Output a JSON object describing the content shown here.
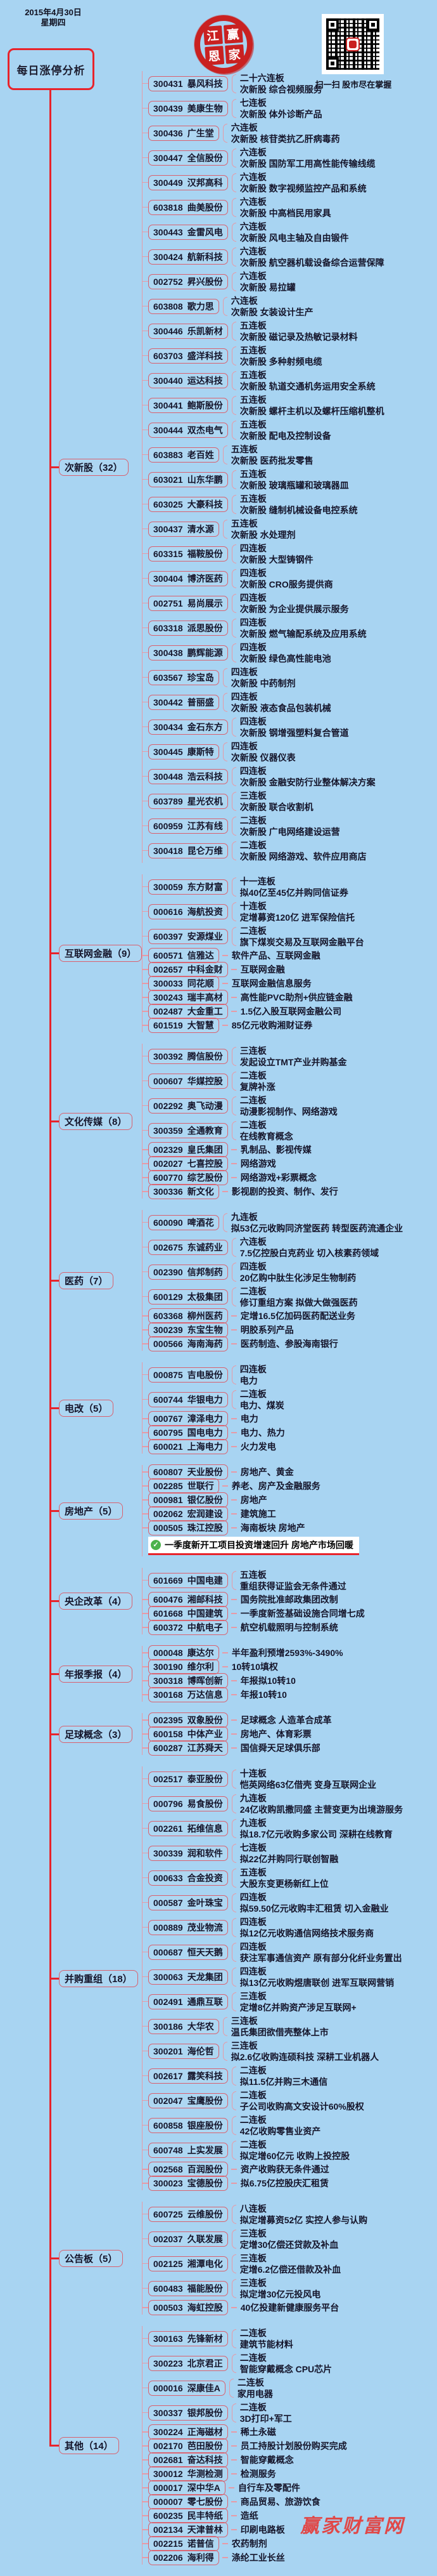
{
  "colors": {
    "background": "#a8d4f2",
    "trunk_red": "#e8232b",
    "node_border": "#d9606e",
    "spine_pink": "#e79aa6",
    "text": "#14142a",
    "note_green": "#4db24d",
    "seal_red": "#c92121",
    "watermark_red": "#e04848"
  },
  "header": {
    "date_line1": "2015年4月30日",
    "date_line2": "星期四",
    "root_title": "每日涨停分析",
    "logo_chars": [
      "江",
      "赢",
      "恩",
      "家"
    ],
    "qr_caption": "扫一扫 股市尽在掌握",
    "watermark": "赢家财富网"
  },
  "categories": [
    {
      "label": "次新股（32）",
      "children": [
        {
          "code": "300431",
          "name": "暴风科技",
          "lines": [
            "二十六连板",
            "次新股 综合视频服务"
          ]
        },
        {
          "code": "300439",
          "name": "美康生物",
          "lines": [
            "七连板",
            "次新股 体外诊断产品"
          ]
        },
        {
          "code": "300436",
          "name": "广生堂",
          "lines": [
            "六连板",
            "次新股 核苷类抗乙肝病毒药"
          ]
        },
        {
          "code": "300447",
          "name": "全信股份",
          "lines": [
            "六连板",
            "次新股 国防军工用高性能传输线缆"
          ]
        },
        {
          "code": "300449",
          "name": "汉邦高科",
          "lines": [
            "六连板",
            "次新股 数字视频监控产品和系统"
          ]
        },
        {
          "code": "603818",
          "name": "曲美股份",
          "lines": [
            "六连板",
            "次新股 中高档民用家具"
          ]
        },
        {
          "code": "300443",
          "name": "金雷风电",
          "lines": [
            "六连板",
            "次新股 风电主轴及自由锻件"
          ]
        },
        {
          "code": "300424",
          "name": "航新科技",
          "lines": [
            "六连板",
            "次新股 航空器机载设备综合运营保障"
          ]
        },
        {
          "code": "002752",
          "name": "昇兴股份",
          "lines": [
            "六连板",
            "次新股 易拉罐"
          ]
        },
        {
          "code": "603808",
          "name": "歌力思",
          "lines": [
            "六连板",
            "次新股 女装设计生产"
          ]
        },
        {
          "code": "300446",
          "name": "乐凯新材",
          "lines": [
            "五连板",
            "次新股 磁记录及热敏记录材料"
          ]
        },
        {
          "code": "603703",
          "name": "盛洋科技",
          "lines": [
            "五连板",
            "次新股 多种射频电缆"
          ]
        },
        {
          "code": "300440",
          "name": "运达科技",
          "lines": [
            "五连板",
            "次新股 轨道交通机务运用安全系统"
          ]
        },
        {
          "code": "300441",
          "name": "鲍斯股份",
          "lines": [
            "五连板",
            "次新股 螺杆主机以及螺杆压缩机整机"
          ]
        },
        {
          "code": "300444",
          "name": "双杰电气",
          "lines": [
            "五连板",
            "次新股 配电及控制设备"
          ]
        },
        {
          "code": "603883",
          "name": "老百姓",
          "lines": [
            "五连板",
            "次新股 医药批发零售"
          ]
        },
        {
          "code": "603021",
          "name": "山东华鹏",
          "lines": [
            "五连板",
            "次新股 玻璃瓶罐和玻璃器皿"
          ]
        },
        {
          "code": "603025",
          "name": "大豪科技",
          "lines": [
            "五连板",
            "次新股 缝制机械设备电控系统"
          ]
        },
        {
          "code": "300437",
          "name": "清水源",
          "lines": [
            "五连板",
            "次新股 水处理剂"
          ]
        },
        {
          "code": "603315",
          "name": "福鞍股份",
          "lines": [
            "四连板",
            "次新股 大型铸钢件"
          ]
        },
        {
          "code": "300404",
          "name": "博济医药",
          "lines": [
            "四连板",
            "次新股 CRO服务提供商"
          ]
        },
        {
          "code": "002751",
          "name": "易尚展示",
          "lines": [
            "四连板",
            "次新股 为企业提供展示服务"
          ]
        },
        {
          "code": "603318",
          "name": "派思股份",
          "lines": [
            "四连板",
            "次新股 燃气输配系统及应用系统"
          ]
        },
        {
          "code": "300438",
          "name": "鹏辉能源",
          "lines": [
            "四连板",
            "次新股 绿色高性能电池"
          ]
        },
        {
          "code": "603567",
          "name": "珍宝岛",
          "lines": [
            "四连板",
            "次新股 中药制剂"
          ]
        },
        {
          "code": "300442",
          "name": "普丽盛",
          "lines": [
            "四连板",
            "次新股 液态食品包装机械"
          ]
        },
        {
          "code": "300434",
          "name": "金石东方",
          "lines": [
            "四连板",
            "次新股 钢增强塑料复合管道"
          ]
        },
        {
          "code": "300445",
          "name": "康斯特",
          "lines": [
            "四连板",
            "次新股 仪器仪表"
          ]
        },
        {
          "code": "300448",
          "name": "浩云科技",
          "lines": [
            "四连板",
            "次新股 金融安防行业整体解决方案"
          ]
        },
        {
          "code": "603789",
          "name": "星光农机",
          "lines": [
            "三连板",
            "次新股 联合收割机"
          ]
        },
        {
          "code": "600959",
          "name": "江苏有线",
          "lines": [
            "二连板",
            "次新股 广电网络建设运营"
          ]
        },
        {
          "code": "300418",
          "name": "昆仑万维",
          "lines": [
            "二连板",
            "次新股 网络游戏、软件应用商店"
          ]
        }
      ]
    },
    {
      "label": "互联网金融（9）",
      "children": [
        {
          "code": "300059",
          "name": "东方财富",
          "lines": [
            "十一连板",
            "拟40亿至45亿并购同信证券"
          ]
        },
        {
          "code": "000616",
          "name": "海航投资",
          "lines": [
            "十连板",
            "定增募资120亿 进军保险信托"
          ]
        },
        {
          "code": "600397",
          "name": "安源煤业",
          "lines": [
            "二连板",
            "旗下煤炭交易及互联网金融平台"
          ]
        },
        {
          "code": "600571",
          "name": "信雅达",
          "lines": [
            "软件产品、互联网金融"
          ]
        },
        {
          "code": "002657",
          "name": "中科金财",
          "lines": [
            "互联网金融"
          ]
        },
        {
          "code": "300033",
          "name": "同花顺",
          "lines": [
            "互联网金融信息服务"
          ]
        },
        {
          "code": "300243",
          "name": "瑞丰高材",
          "lines": [
            "高性能PVC助剂+供应链金融"
          ]
        },
        {
          "code": "002487",
          "name": "大金重工",
          "lines": [
            "1.5亿入股互联网金融公司"
          ]
        },
        {
          "code": "601519",
          "name": "大智慧",
          "lines": [
            "85亿元收购湘财证券"
          ]
        }
      ]
    },
    {
      "label": "文化传媒（8）",
      "children": [
        {
          "code": "300392",
          "name": "腾信股份",
          "lines": [
            "三连板",
            "发起设立TMT产业并购基金"
          ]
        },
        {
          "code": "000607",
          "name": "华媒控股",
          "lines": [
            "二连板",
            "复牌补涨"
          ]
        },
        {
          "code": "002292",
          "name": "奥飞动漫",
          "lines": [
            "二连板",
            "动漫影视制作、网络游戏"
          ]
        },
        {
          "code": "300359",
          "name": "全通教育",
          "lines": [
            "二连板",
            "在线教育概念"
          ]
        },
        {
          "code": "002329",
          "name": "皇氏集团",
          "lines": [
            "乳制品、影视传媒"
          ]
        },
        {
          "code": "002027",
          "name": "七喜控股",
          "lines": [
            "网络游戏"
          ]
        },
        {
          "code": "600770",
          "name": "综艺股份",
          "lines": [
            "网络游戏+彩票概念"
          ]
        },
        {
          "code": "300336",
          "name": "新文化",
          "lines": [
            "影视剧的投资、制作、发行"
          ]
        }
      ]
    },
    {
      "label": "医药（7）",
      "children": [
        {
          "code": "600090",
          "name": "啤酒花",
          "lines": [
            "九连板",
            "拟53亿元收购同济堂医药 转型医药流通企业"
          ]
        },
        {
          "code": "002675",
          "name": "东诚药业",
          "lines": [
            "六连板",
            "7.5亿控股白克药业 切入核素药领域"
          ]
        },
        {
          "code": "002390",
          "name": "信邦制药",
          "lines": [
            "四连板",
            "20亿购中肽生化涉足生物制药"
          ]
        },
        {
          "code": "600129",
          "name": "太极集团",
          "lines": [
            "二连板",
            "修订重组方案 拟做大做强医药"
          ]
        },
        {
          "code": "603368",
          "name": "柳州医药",
          "lines": [
            "定增16.5亿加码医药配送业务"
          ]
        },
        {
          "code": "300239",
          "name": "东宝生物",
          "lines": [
            "明胶系列产品"
          ]
        },
        {
          "code": "000566",
          "name": "海南海药",
          "lines": [
            "医药制造、参股海南银行"
          ]
        }
      ]
    },
    {
      "label": "电改（5）",
      "children": [
        {
          "code": "000875",
          "name": "吉电股份",
          "lines": [
            "四连板",
            "电力"
          ]
        },
        {
          "code": "600744",
          "name": "华银电力",
          "lines": [
            "二连板",
            "电力、煤炭"
          ]
        },
        {
          "code": "000767",
          "name": "漳泽电力",
          "lines": [
            "电力"
          ]
        },
        {
          "code": "600795",
          "name": "国电电力",
          "lines": [
            "电力、热力"
          ]
        },
        {
          "code": "600021",
          "name": "上海电力",
          "lines": [
            "火力发电"
          ]
        }
      ]
    },
    {
      "label": "房地产（5）",
      "children": [
        {
          "code": "600807",
          "name": "天业股份",
          "lines": [
            "房地产、黄金"
          ]
        },
        {
          "code": "002285",
          "name": "世联行",
          "lines": [
            "养老、房产及金融服务"
          ]
        },
        {
          "code": "000981",
          "name": "银亿股份",
          "lines": [
            "房地产"
          ]
        },
        {
          "code": "002062",
          "name": "宏润建设",
          "lines": [
            "建筑施工"
          ]
        },
        {
          "code": "000505",
          "name": "珠江控股",
          "lines": [
            "海南板块 房地产"
          ]
        },
        {
          "note_text": "一季度新开工项目投资增速回升 房地产市场回暖"
        }
      ]
    },
    {
      "label": "央企改革（4）",
      "children": [
        {
          "code": "601669",
          "name": "中国电建",
          "lines": [
            "五连板",
            "重组获得证监会无条件通过"
          ]
        },
        {
          "code": "600476",
          "name": "湘邮科技",
          "lines": [
            "国务院批准邮政集团改制"
          ]
        },
        {
          "code": "601668",
          "name": "中国建筑",
          "lines": [
            "一季度新签基础设施合同增七成"
          ]
        },
        {
          "code": "600372",
          "name": "中航电子",
          "lines": [
            "航空机载照明与控制系统"
          ]
        }
      ]
    },
    {
      "label": "年报季报（4）",
      "children": [
        {
          "code": "000048",
          "name": "康达尔",
          "lines": [
            "半年盈利预增2593%-3490%"
          ]
        },
        {
          "code": "300190",
          "name": "维尔利",
          "lines": [
            "10转10填权"
          ]
        },
        {
          "code": "300318",
          "name": "博晖创新",
          "lines": [
            "年报拟10转10"
          ]
        },
        {
          "code": "300168",
          "name": "万达信息",
          "lines": [
            "年报10转10"
          ]
        }
      ]
    },
    {
      "label": "足球概念（3）",
      "children": [
        {
          "code": "002395",
          "name": "双象股份",
          "lines": [
            "足球概念 人造革合成革"
          ]
        },
        {
          "code": "600158",
          "name": "中体产业",
          "lines": [
            "房地产、体育彩票"
          ]
        },
        {
          "code": "600287",
          "name": "江苏舜天",
          "lines": [
            "国信舜天足球俱乐部"
          ]
        }
      ]
    },
    {
      "label": "并购重组（18）",
      "children": [
        {
          "code": "002517",
          "name": "泰亚股份",
          "lines": [
            "十连板",
            "恺英网络63亿借壳 变身互联网企业"
          ]
        },
        {
          "code": "000796",
          "name": "易食股份",
          "lines": [
            "九连板",
            "24亿收购凯撒同盛 主营变更为出境游服务"
          ]
        },
        {
          "code": "002261",
          "name": "拓维信息",
          "lines": [
            "九连板",
            "拟18.7亿元收购多家公司 深耕在线教育"
          ]
        },
        {
          "code": "300339",
          "name": "润和软件",
          "lines": [
            "七连板",
            "拟22亿并购同行联创智融"
          ]
        },
        {
          "code": "000633",
          "name": "合金投资",
          "lines": [
            "五连板",
            "大股东变更杨新红上位"
          ]
        },
        {
          "code": "000587",
          "name": "金叶珠宝",
          "lines": [
            "四连板",
            "拟59.50亿元收购丰汇租赁 切入金融业"
          ]
        },
        {
          "code": "000889",
          "name": "茂业物流",
          "lines": [
            "四连板",
            "拟12亿元收购通信网络技术服务商"
          ]
        },
        {
          "code": "000687",
          "name": "恒天天鹅",
          "lines": [
            "四连板",
            "获注军事通信资产 原有部分化纤业务置出"
          ]
        },
        {
          "code": "300063",
          "name": "天龙集团",
          "lines": [
            "四连板",
            "拟13亿元收购煜唐联创 进军互联网营销"
          ]
        },
        {
          "code": "002491",
          "name": "通鼎互联",
          "lines": [
            "三连板",
            "定增8亿并购资产涉足互联网+"
          ]
        },
        {
          "code": "300186",
          "name": "大华农",
          "lines": [
            "三连板",
            "温氏集团欲借壳整体上市"
          ]
        },
        {
          "code": "300201",
          "name": "海伦哲",
          "lines": [
            "三连板",
            "拟2.6亿收购连硕科技 深耕工业机器人"
          ]
        },
        {
          "code": "002617",
          "name": "露笑科技",
          "lines": [
            "二连板",
            "拟11.5亿并购三木通信"
          ]
        },
        {
          "code": "002047",
          "name": "宝鹰股份",
          "lines": [
            "二连板",
            "子公司收购高文安设计60%股权"
          ]
        },
        {
          "code": "600858",
          "name": "银座股份",
          "lines": [
            "二连板",
            "42亿收购零售业资产"
          ]
        },
        {
          "code": "600748",
          "name": "上实发展",
          "lines": [
            "二连板",
            "拟定增60亿元 收购上投控股"
          ]
        },
        {
          "code": "002568",
          "name": "百润股份",
          "lines": [
            "资产收购获无条件通过"
          ]
        },
        {
          "code": "300023",
          "name": "宝德股份",
          "lines": [
            "拟6.75亿控股庆汇租赁"
          ]
        }
      ]
    },
    {
      "label": "公告板（5）",
      "children": [
        {
          "code": "600725",
          "name": "云维股份",
          "lines": [
            "八连板",
            "拟定增募资52亿 实控人参与认购"
          ]
        },
        {
          "code": "002037",
          "name": "久联发展",
          "lines": [
            "三连板",
            "定增30亿偿还贷款及补血"
          ]
        },
        {
          "code": "002125",
          "name": "湘潭电化",
          "lines": [
            "三连板",
            "定增6.2亿偿还借款及补血"
          ]
        },
        {
          "code": "600483",
          "name": "福能股份",
          "lines": [
            "三连板",
            "拟定增30亿元投风电"
          ]
        },
        {
          "code": "000503",
          "name": "海虹控股",
          "lines": [
            "40亿投建新健康服务平台"
          ]
        }
      ]
    },
    {
      "label": "其他（14）",
      "children": [
        {
          "code": "300163",
          "name": "先锋新材",
          "lines": [
            "二连板",
            "建筑节能材料"
          ]
        },
        {
          "code": "300223",
          "name": "北京君正",
          "lines": [
            "二连板",
            "智能穿戴概念 CPU芯片"
          ]
        },
        {
          "code": "000016",
          "name": "深康佳A",
          "lines": [
            "二连板",
            "家用电器"
          ]
        },
        {
          "code": "300337",
          "name": "银邦股份",
          "lines": [
            "二连板",
            "3D打印+军工"
          ]
        },
        {
          "code": "300224",
          "name": "正海磁材",
          "lines": [
            "稀土永磁"
          ]
        },
        {
          "code": "002170",
          "name": "芭田股份",
          "lines": [
            "员工持股计划股份购买完成"
          ]
        },
        {
          "code": "002681",
          "name": "奋达科技",
          "lines": [
            "智能穿戴概念"
          ]
        },
        {
          "code": "300012",
          "name": "华测检测",
          "lines": [
            "检测服务"
          ]
        },
        {
          "code": "000017",
          "name": "深中华A",
          "lines": [
            "自行车及零配件"
          ]
        },
        {
          "code": "000007",
          "name": "零七股份",
          "lines": [
            "商品贸易、旅游饮食"
          ]
        },
        {
          "code": "600235",
          "name": "民丰特纸",
          "lines": [
            "造纸"
          ]
        },
        {
          "code": "002134",
          "name": "天津普林",
          "lines": [
            "印刷电路板"
          ]
        },
        {
          "code": "002215",
          "name": "诺普信",
          "lines": [
            "农药制剂"
          ]
        },
        {
          "code": "002206",
          "name": "海利得",
          "lines": [
            "涤纶工业长丝"
          ]
        }
      ]
    }
  ]
}
